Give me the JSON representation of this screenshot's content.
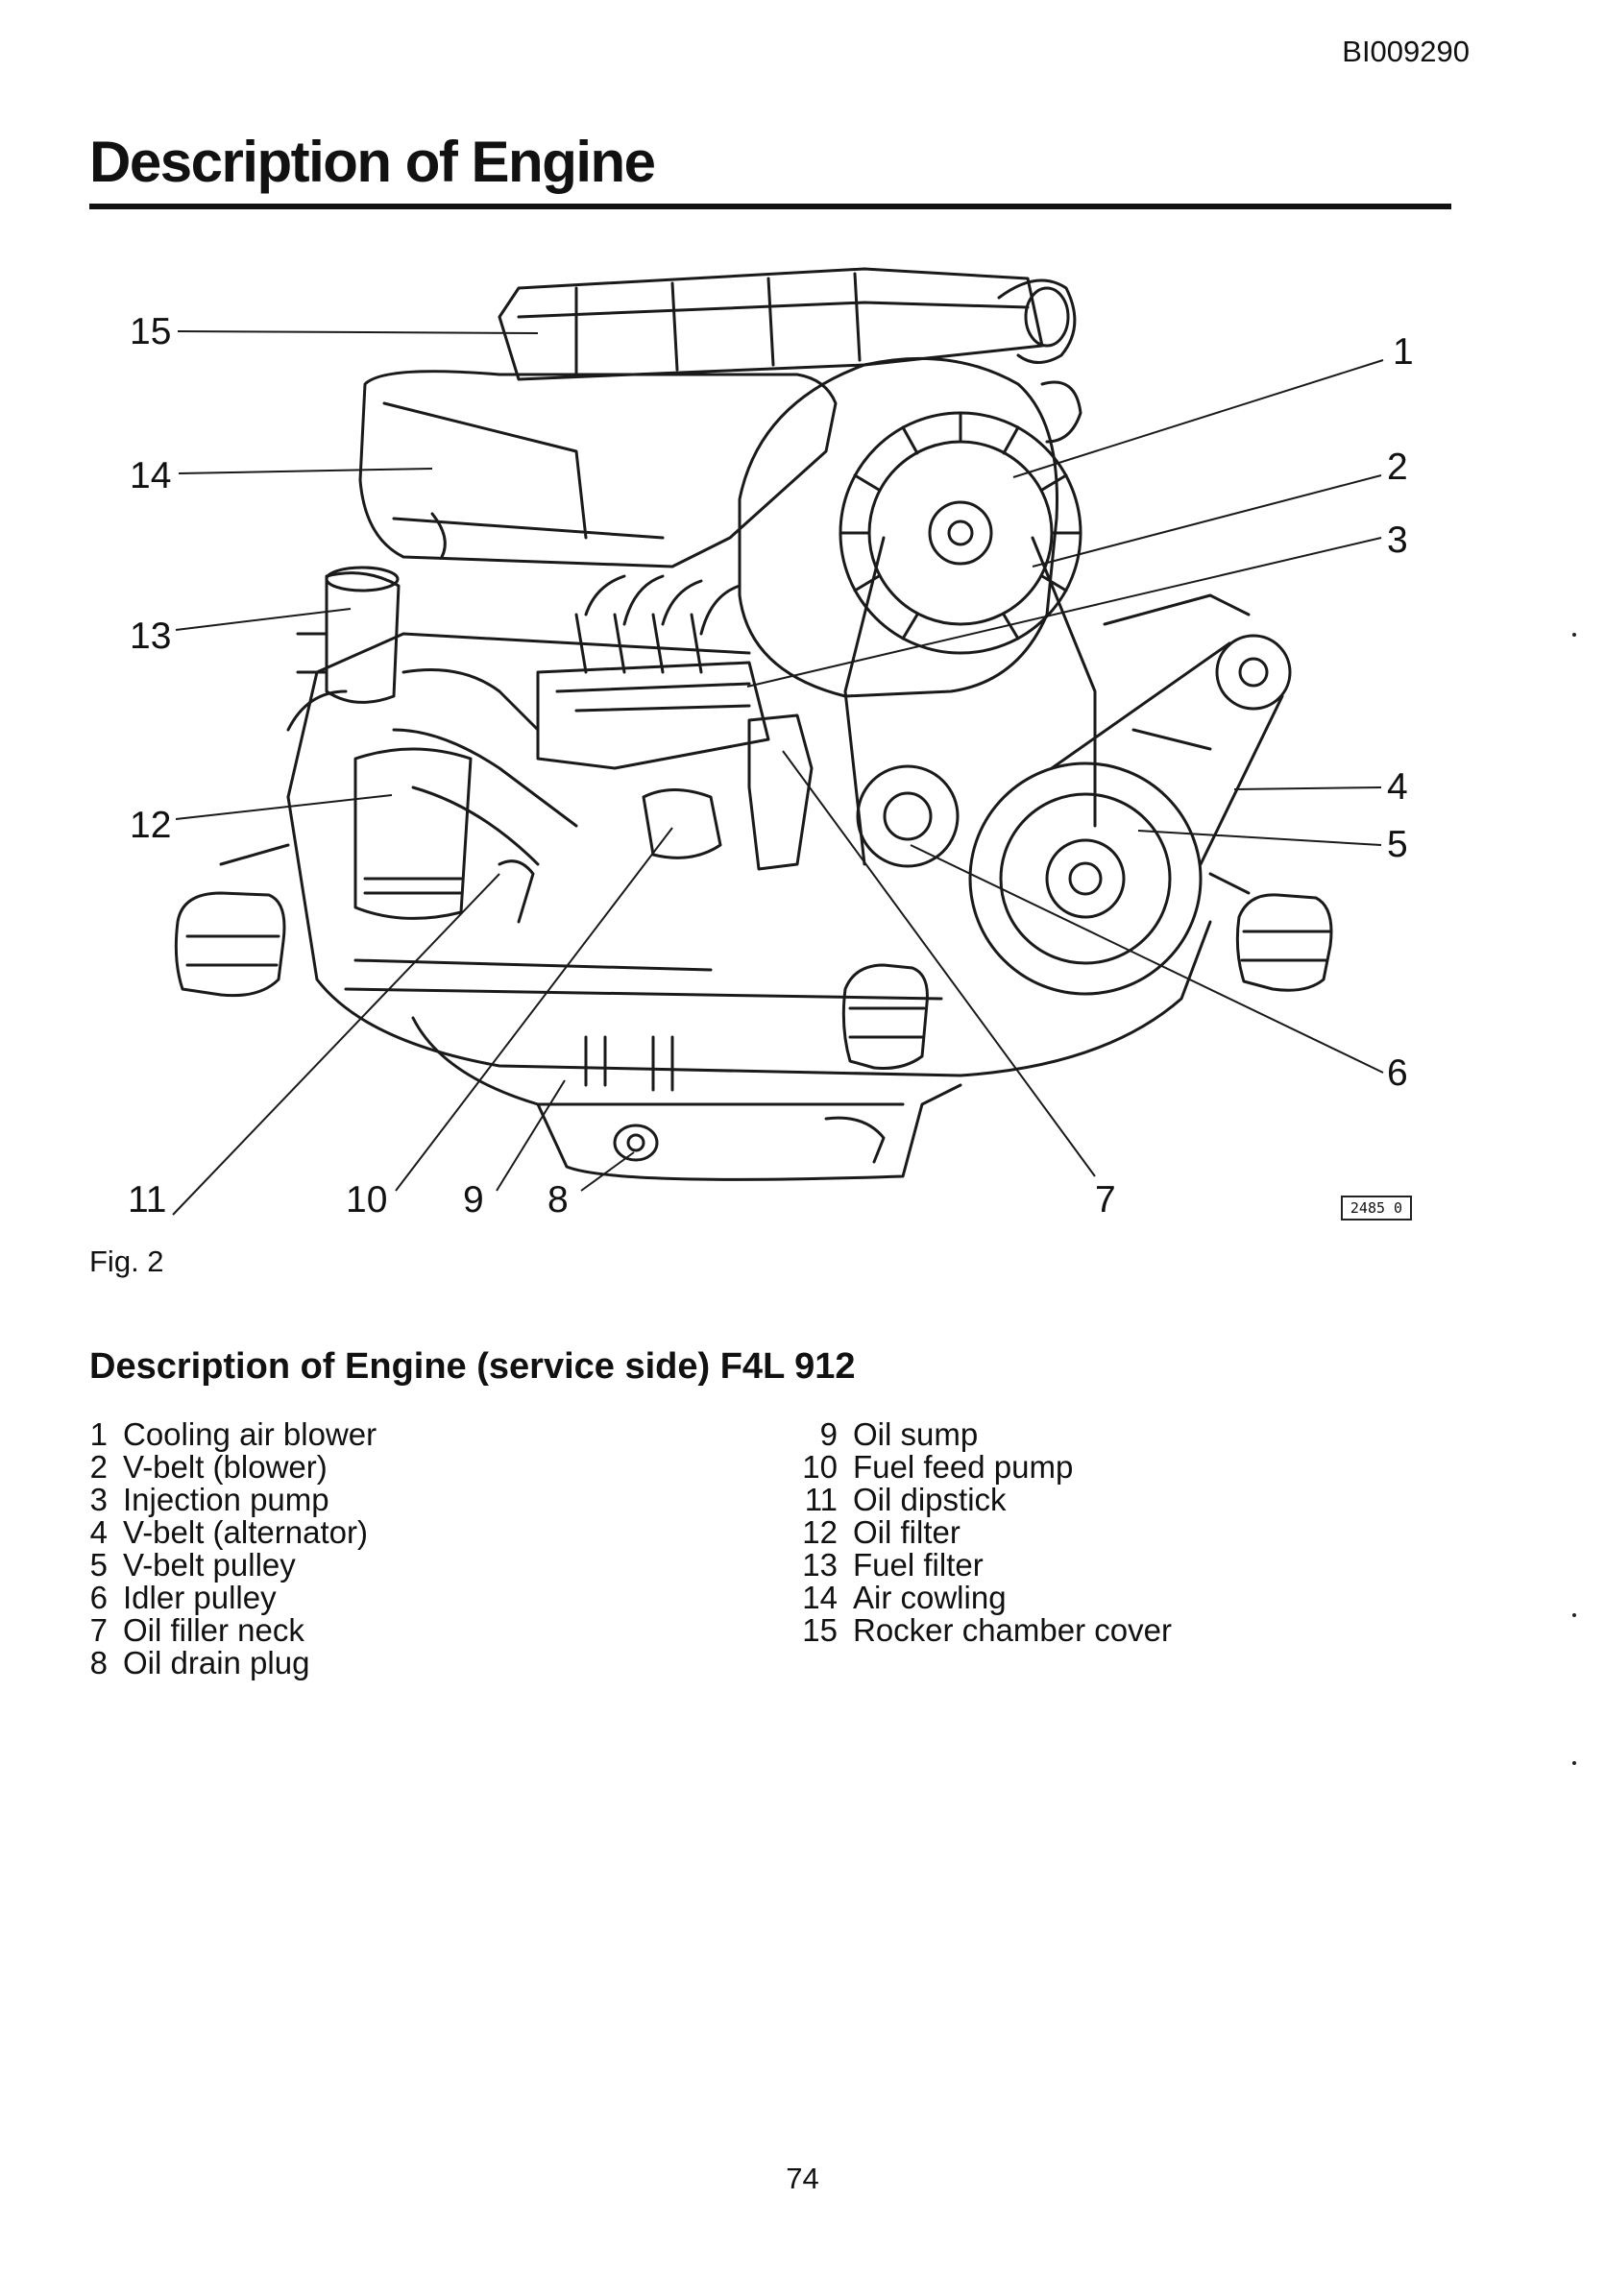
{
  "document_code": "BI009290",
  "page_title": "Description of Engine",
  "figure": {
    "callouts": [
      "1",
      "2",
      "3",
      "4",
      "5",
      "6",
      "7",
      "8",
      "9",
      "10",
      "11",
      "12",
      "13",
      "14",
      "15"
    ],
    "code": "2485 0",
    "caption": "Fig. 2"
  },
  "section_heading": "Description of Engine (service side) F4L 912",
  "parts_left": [
    {
      "num": "1",
      "label": "Cooling air blower"
    },
    {
      "num": "2",
      "label": "V-belt (blower)"
    },
    {
      "num": "3",
      "label": "Injection pump"
    },
    {
      "num": "4",
      "label": "V-belt (alternator)"
    },
    {
      "num": "5",
      "label": "V-belt pulley"
    },
    {
      "num": "6",
      "label": "Idler pulley"
    },
    {
      "num": "7",
      "label": "Oil filler neck"
    },
    {
      "num": "8",
      "label": "Oil drain plug"
    }
  ],
  "parts_right": [
    {
      "num": "9",
      "label": "Oil sump"
    },
    {
      "num": "10",
      "label": "Fuel feed pump"
    },
    {
      "num": "11",
      "label": "Oil dipstick"
    },
    {
      "num": "12",
      "label": "Oil filter"
    },
    {
      "num": "13",
      "label": "Fuel filter"
    },
    {
      "num": "14",
      "label": "Air cowling"
    },
    {
      "num": "15",
      "label": "Rocker chamber cover"
    }
  ],
  "page_number": "74"
}
